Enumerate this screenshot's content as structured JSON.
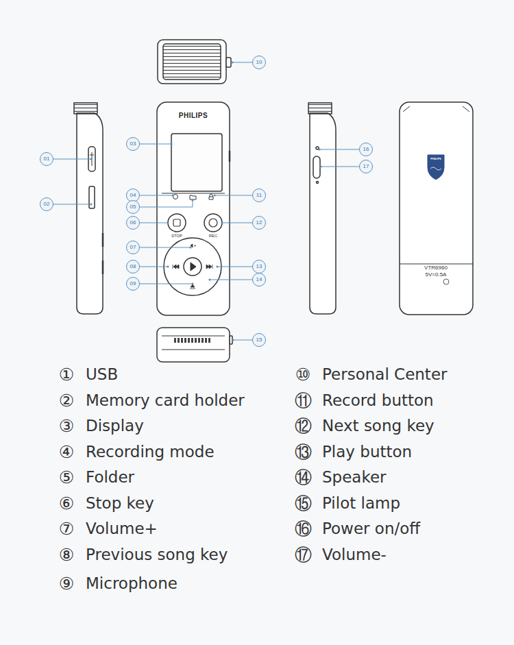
{
  "diagram": {
    "labels": [
      "10",
      "01",
      "02",
      "03",
      "PHILIPS",
      "04",
      "05",
      "11",
      "06",
      "STOP",
      "12",
      "REC",
      "07",
      "08",
      "13",
      "09",
      "14",
      "16",
      "17",
      "PHILIPS",
      "VTR6960",
      "5V=0.5A",
      "15",
      "①",
      "USB",
      "②",
      "Memory card holder",
      "③",
      "Display",
      "④",
      "Recording mode",
      "⑤",
      "Folder",
      "⑥",
      "Stop key",
      "⑦",
      "Volume+",
      "⑧",
      "Previous song key",
      "⑨",
      "Microphone",
      "⑩",
      "Personal Center",
      "⑪",
      "Record button",
      "⑫",
      "Next song key",
      "⑬",
      "Play button",
      "⑭",
      "Speaker",
      "⑮",
      "Pilot lamp",
      "⑯",
      "Power on/off",
      "⑰",
      "Volume-"
    ]
  }
}
